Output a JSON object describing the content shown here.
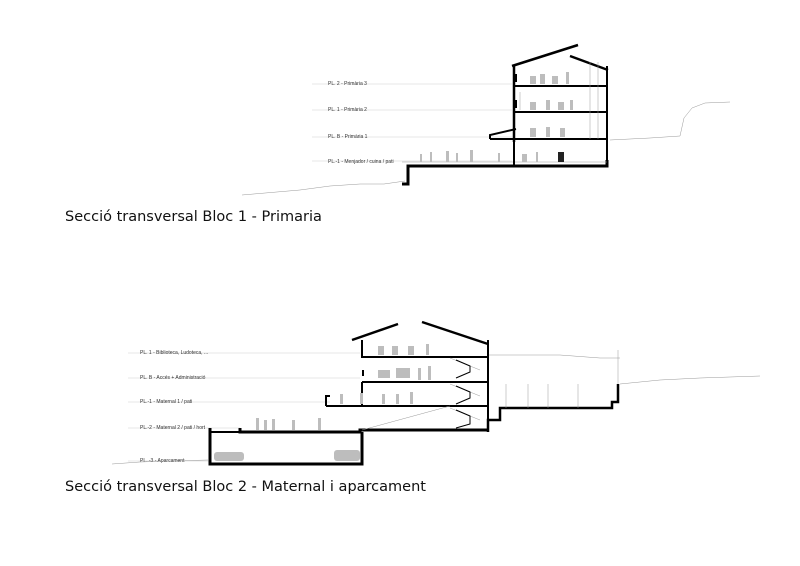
{
  "sections": [
    {
      "title": "Secció transversal Bloc 1 - Primaria",
      "levels": [
        "PL. 2 - Primària 3",
        "PL. 1 - Primària 2",
        "PL. B - Primària 1",
        "PL.-1 - Menjador / cuina / pati"
      ]
    },
    {
      "title": "Secció transversal Bloc 2 - Maternal i aparcament",
      "levels": [
        "PL. 1 - Biblioteca, Ludoteca, ...",
        "PL. B - Accés + Administració",
        "PL.-1 - Maternal 1 / pati",
        "PL.-2 - Maternal 2 / pati / hort",
        "PL. -3 - Aparcament"
      ]
    }
  ]
}
